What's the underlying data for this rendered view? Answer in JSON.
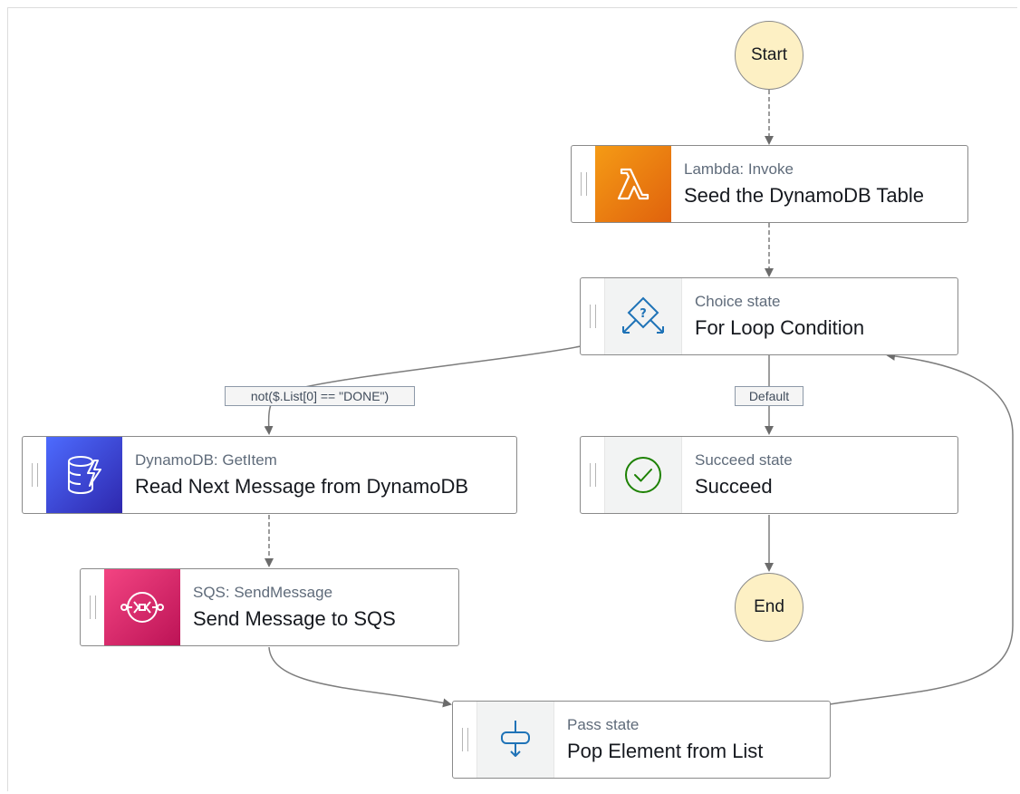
{
  "diagram": {
    "start_label": "Start",
    "end_label": "End",
    "states": {
      "seed": {
        "type": "Lambda: Invoke",
        "title": "Seed the DynamoDB Table",
        "icon": "lambda-icon",
        "icon_color": "#e8700a"
      },
      "choice": {
        "type": "Choice state",
        "title": "For Loop Condition",
        "icon": "choice-icon"
      },
      "read": {
        "type": "DynamoDB: GetItem",
        "title": "Read Next Message from DynamoDB",
        "icon": "dynamodb-icon",
        "icon_color": "#3f51d6"
      },
      "succeed": {
        "type": "Succeed state",
        "title": "Succeed",
        "icon": "check-circle-icon"
      },
      "sqs": {
        "type": "SQS: SendMessage",
        "title": "Send Message to SQS",
        "icon": "sqs-icon",
        "icon_color": "#d6245f"
      },
      "pass": {
        "type": "Pass state",
        "title": "Pop Element from List",
        "icon": "pass-icon"
      }
    },
    "edge_labels": {
      "condition": "not($.List[0] == \"DONE\")",
      "default": "Default"
    }
  }
}
